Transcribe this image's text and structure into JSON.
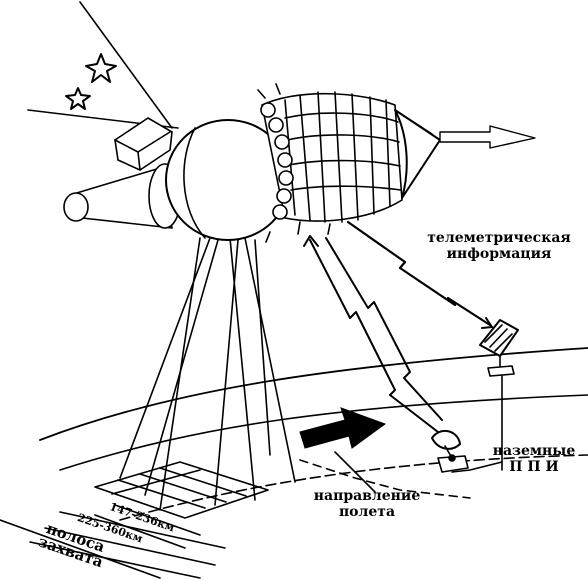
{
  "labels": {
    "telemetry_line1": "телеметрическая",
    "telemetry_line2": "информация",
    "ground_line1": "наземные",
    "ground_line2": "П П И",
    "direction_line1": "направление",
    "direction_line2": "полета",
    "swath_inner": "147-236км",
    "swath_outer": "225-360км",
    "swath_title_line1": "полоса",
    "swath_title_line2": "захвата"
  },
  "colors": {
    "ink": "#000000",
    "background": "#ffffff"
  },
  "icons": [
    "star-icon",
    "satellite-icon",
    "antenna-icon",
    "ground-station-icon",
    "flight-direction-arrow-icon",
    "lightning-signal-icon"
  ]
}
